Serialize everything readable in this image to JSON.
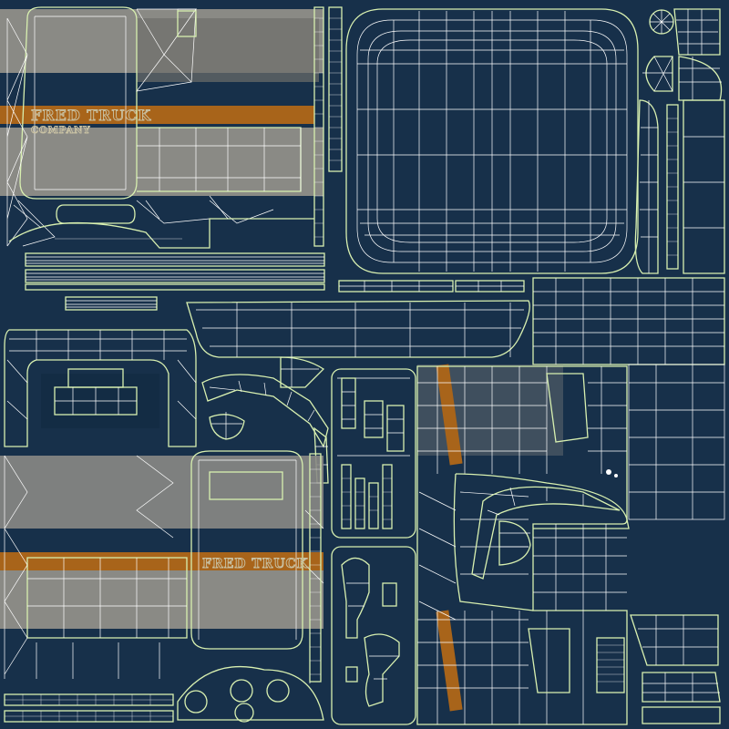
{
  "texture": {
    "background_color": "#17304a",
    "wire_color": "#ffffff",
    "seam_color": "#d8f0b0",
    "stripe_color": "#a8641a",
    "panel_color": "#8a8a85"
  },
  "logo": {
    "line1_top": "FRED TRUCK",
    "line2_top": "COMPANY",
    "line1_bottom": "FRED TRUCK"
  }
}
